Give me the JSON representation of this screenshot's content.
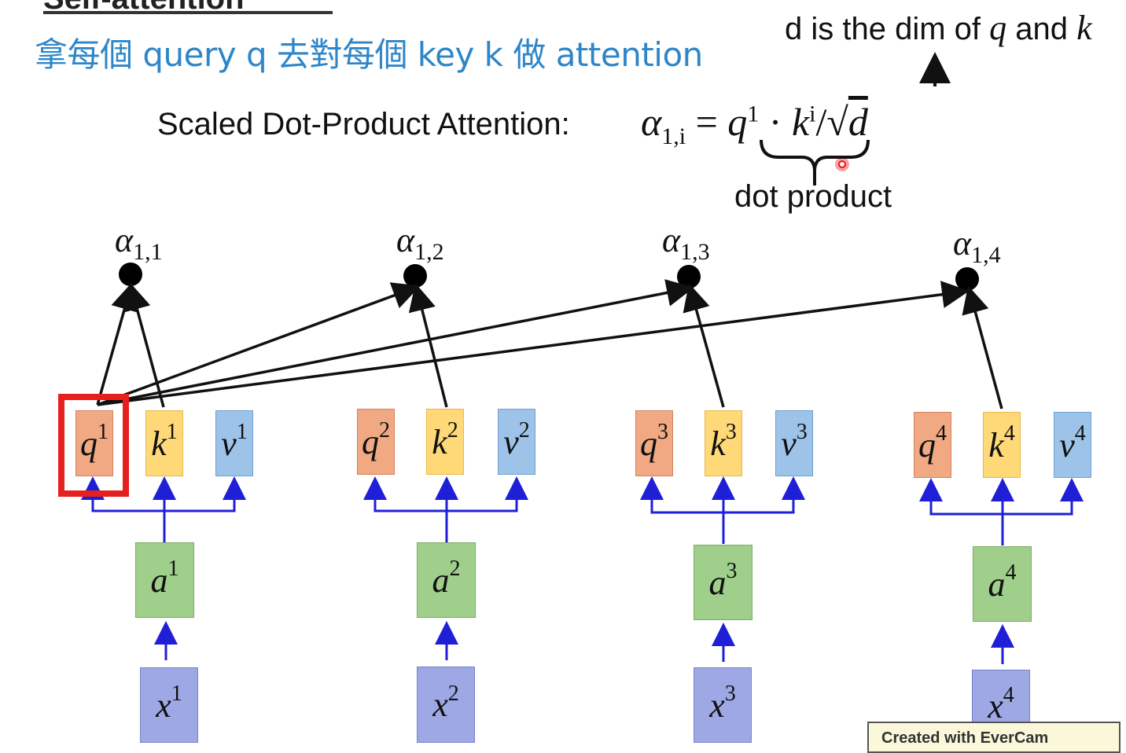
{
  "slide": {
    "title_fragment": "Self-attention",
    "subtitle": "拿每個 query q 去對每個  key k 做 attention",
    "dim_note": {
      "prefix": "d is the dim of",
      "q": "q",
      "and": "and",
      "k": "k"
    },
    "formula_label": "Scaled Dot-Product Attention:",
    "formula": {
      "alpha": "α",
      "alpha_sub": "1,i",
      "eq": "=",
      "q": "q",
      "q_sup": "1",
      "dot": "·",
      "k": "k",
      "k_sup": "i",
      "slash": "/",
      "sqrt": "√",
      "d": "d"
    },
    "dot_product_label": "dot product",
    "watermark": "Created with EverCam"
  },
  "colors": {
    "q": "#f0a983",
    "k": "#ffd978",
    "v": "#9dc3e9",
    "a": "#9fcf8a",
    "x": "#9ea8e4",
    "arrow_blue": "#1f1fd8",
    "highlight": "#e5201e",
    "subtitle": "#2e86c9"
  },
  "groups": [
    {
      "q": "q",
      "q_sup": "1",
      "k": "k",
      "k_sup": "1",
      "v": "v",
      "v_sup": "1",
      "a": "a",
      "a_sup": "1",
      "x": "x",
      "x_sup": "1",
      "alpha": "α",
      "alpha_sub": "1,1"
    },
    {
      "q": "q",
      "q_sup": "2",
      "k": "k",
      "k_sup": "2",
      "v": "v",
      "v_sup": "2",
      "a": "a",
      "a_sup": "2",
      "x": "x",
      "x_sup": "2",
      "alpha": "α",
      "alpha_sub": "1,2"
    },
    {
      "q": "q",
      "q_sup": "3",
      "k": "k",
      "k_sup": "3",
      "v": "v",
      "v_sup": "3",
      "a": "a",
      "a_sup": "3",
      "x": "x",
      "x_sup": "3",
      "alpha": "α",
      "alpha_sub": "1,3"
    },
    {
      "q": "q",
      "q_sup": "4",
      "k": "k",
      "k_sup": "4",
      "v": "v",
      "v_sup": "4",
      "a": "a",
      "a_sup": "4",
      "x": "x",
      "x_sup": "4",
      "alpha": "α",
      "alpha_sub": "1,4"
    }
  ]
}
